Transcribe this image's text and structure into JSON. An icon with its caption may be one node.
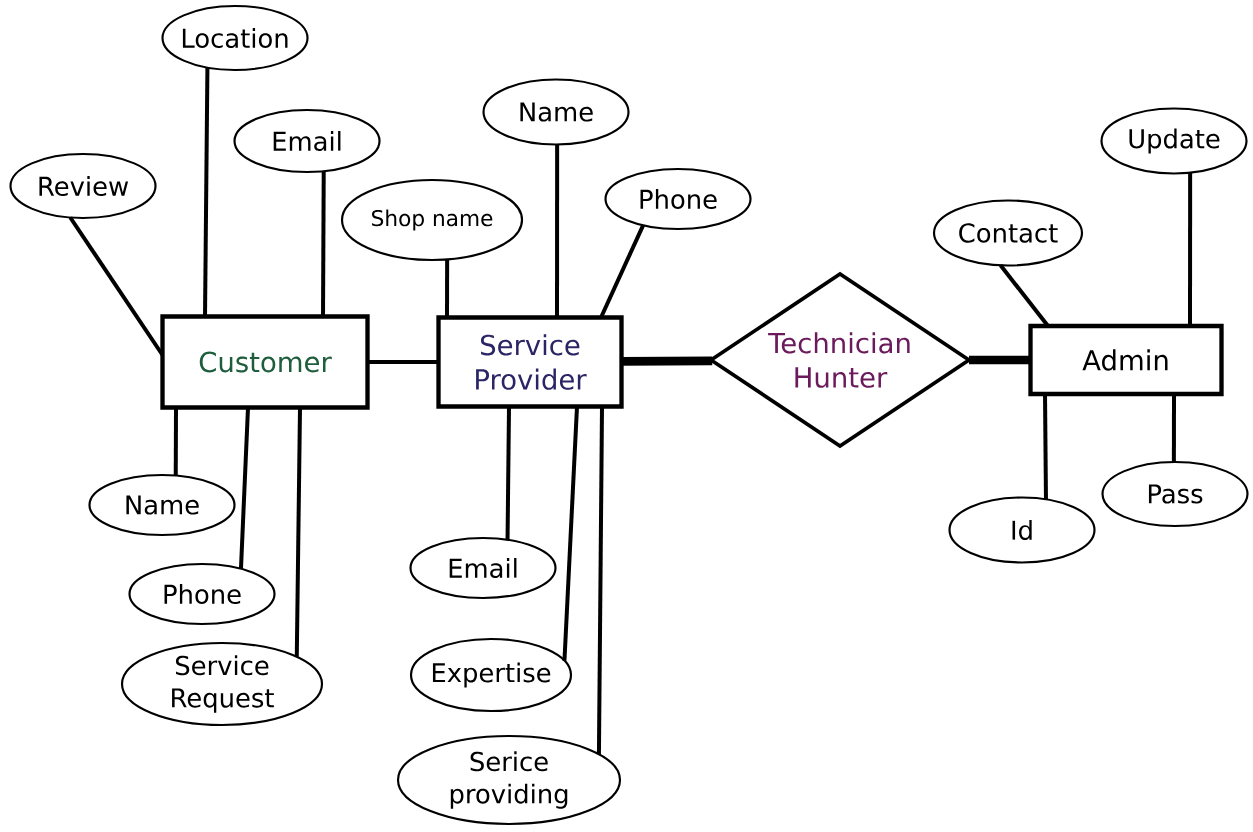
{
  "diagram": {
    "nodes": [
      {
        "text": [
          "Customer"
        ]
      },
      {
        "text": [
          "Service Provider"
        ]
      },
      {
        "text": [
          "Technician Hunter"
        ]
      },
      {
        "text": [
          "Admin"
        ]
      },
      {
        "text": [
          "Location"
        ]
      },
      {
        "text": [
          "Email"
        ]
      },
      {
        "text": [
          "Review"
        ]
      },
      {
        "text": [
          "Name"
        ]
      },
      {
        "text": [
          "Phone"
        ]
      },
      {
        "text": [
          "Service Request"
        ]
      },
      {
        "text": [
          "Name"
        ]
      },
      {
        "text": [
          "Phone"
        ]
      },
      {
        "text": [
          "Shop name"
        ]
      },
      {
        "text": [
          "Email"
        ]
      },
      {
        "text": [
          "Expertise"
        ]
      },
      {
        "text": [
          "Serice providing"
        ]
      },
      {
        "text": [
          "Update"
        ]
      },
      {
        "text": [
          "Contact"
        ]
      },
      {
        "text": [
          "Pass"
        ]
      },
      {
        "text": [
          "Id"
        ]
      }
    ],
    "edges": [
      {
        "from": 0,
        "to": 1,
        "arrow": "none"
      },
      {
        "from": 1,
        "to": 2,
        "arrow": "none",
        "style": "thick"
      },
      {
        "from": 2,
        "to": 3,
        "arrow": "none",
        "style": "thick"
      },
      {
        "from": 0,
        "to": 4,
        "arrow": "none"
      },
      {
        "from": 0,
        "to": 5,
        "arrow": "none"
      },
      {
        "from": 0,
        "to": 6,
        "arrow": "none"
      },
      {
        "from": 0,
        "to": 7,
        "arrow": "none"
      },
      {
        "from": 0,
        "to": 8,
        "arrow": "none"
      },
      {
        "from": 0,
        "to": 9,
        "arrow": "none"
      },
      {
        "from": 1,
        "to": 12,
        "arrow": "none"
      },
      {
        "from": 1,
        "to": 10,
        "arrow": "none"
      },
      {
        "from": 1,
        "to": 11,
        "arrow": "none"
      },
      {
        "from": 1,
        "to": 13,
        "arrow": "none"
      },
      {
        "from": 1,
        "to": 14,
        "arrow": "none"
      },
      {
        "from": 1,
        "to": 15,
        "arrow": "none"
      },
      {
        "from": 3,
        "to": 17,
        "arrow": "none"
      },
      {
        "from": 3,
        "to": 16,
        "arrow": "none"
      },
      {
        "from": 3,
        "to": 19,
        "arrow": "none"
      },
      {
        "from": 3,
        "to": 18,
        "arrow": "none"
      }
    ]
  }
}
